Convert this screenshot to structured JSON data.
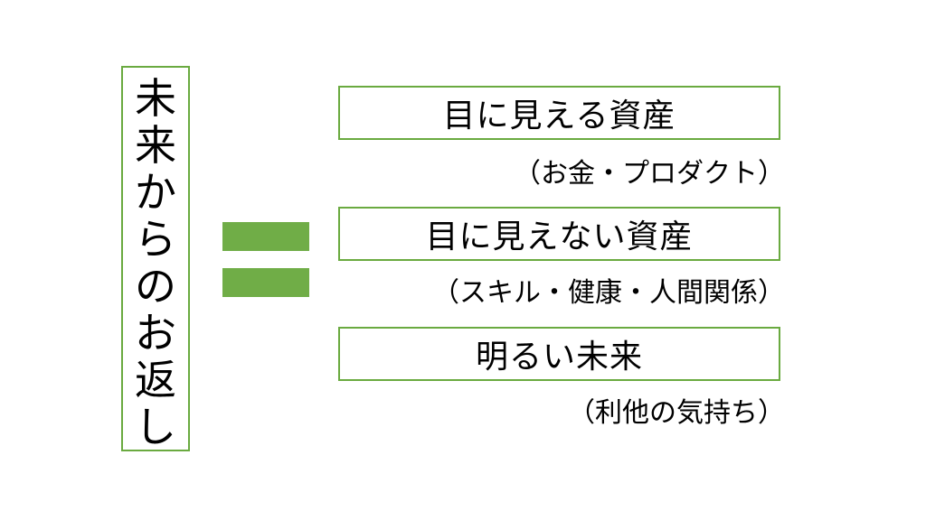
{
  "left_box": {
    "chars": [
      "未",
      "来",
      "か",
      "ら",
      "の",
      "お",
      "返",
      "し"
    ]
  },
  "equals": {
    "color": "#70ad47"
  },
  "items": [
    {
      "label": "目に見える資産",
      "sub": "（お金・プロダクト）"
    },
    {
      "label": "目に見えない資産",
      "sub": "（スキル・健康・人間関係）"
    },
    {
      "label": "明るい未来",
      "sub": "（利他の気持ち）"
    }
  ],
  "colors": {
    "border": "#6aaa40",
    "accent": "#70ad47"
  }
}
